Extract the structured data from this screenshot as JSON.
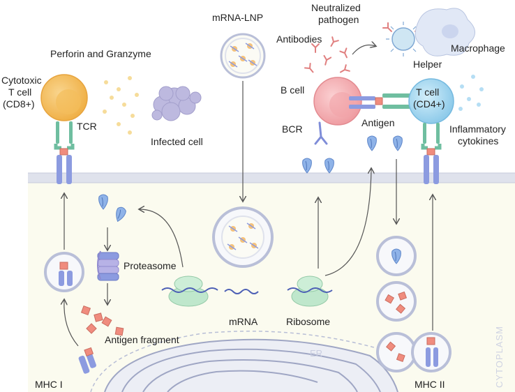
{
  "labels": {
    "perforin": "Perforin and Granzyme",
    "mrna_lnp": "mRNA-LNP",
    "neutralized": "Neutralized",
    "pathogen": "pathogen",
    "antibodies": "Antibodies",
    "macrophage": "Macrophage",
    "cytotoxic": "Cytotoxic",
    "tcell": "T cell",
    "cd8": "(CD8+)",
    "tcr": "TCR",
    "infected": "Infected cell",
    "bcell": "B cell",
    "helper": "Helper",
    "helper_tcell": "T cell",
    "cd4": "(CD4+)",
    "bcr": "BCR",
    "antigen": "Antigen",
    "inflammatory": "Inflammatory",
    "cytokines": "cytokines",
    "proteasome": "Proteasome",
    "mrna": "mRNA",
    "ribosome": "Ribosome",
    "antigen_fragment": "Antigen fragment",
    "mhc1": "MHC I",
    "mhc2": "MHC II",
    "er": "ER",
    "cytoplasm": "CYTOPLASM"
  },
  "colors": {
    "membrane": "#dfe2ec",
    "cytoplasm": "#fbfbef",
    "tcell": "#f5c268",
    "bcell": "#f3a9ad",
    "helper": "#9fd6ef",
    "receptor_green": "#6fbea0",
    "receptor_blue": "#8c9be0",
    "antigen_fragment": "#f08c7e",
    "ribosome": "#bfe7cc",
    "infected": "#b9b5dd",
    "macrophage": "#dde6f5",
    "antibody": "#e88a8a",
    "lnp_dot": "#f5c27a",
    "lnp_spike": "#9aa7e0",
    "arrow": "#555555"
  }
}
